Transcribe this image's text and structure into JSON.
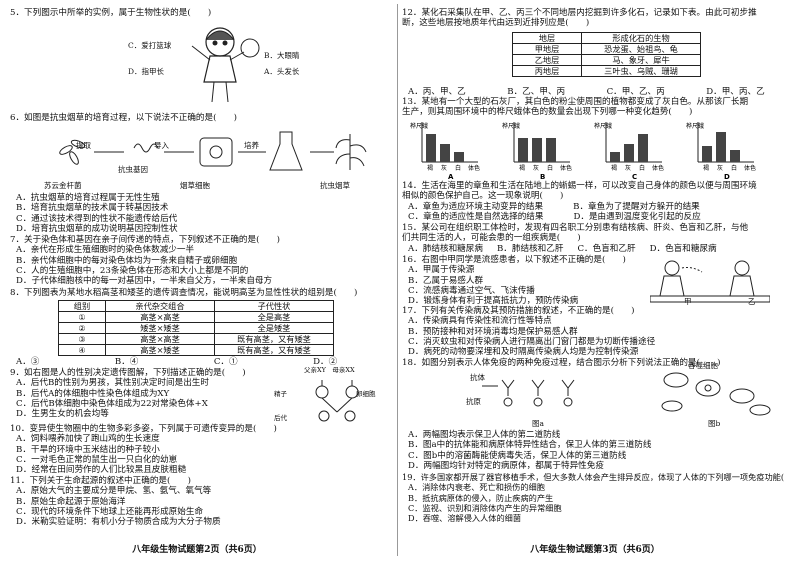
{
  "left": {
    "q5": {
      "stem": "5．下列图示中所举的实例，属于生物性状的是(　　)",
      "labels": [
        "C．爱打篮球",
        "B．大眼睛",
        "D．指甲长",
        "A．头发长"
      ]
    },
    "q6": {
      "stem": "6．如图是抗虫烟草的培育过程，以下说法不正确的是(　　)",
      "diagram": {
        "bacterium": "苏云金杆菌",
        "extract": "提取",
        "gene": "抗虫基因",
        "import": "导入",
        "cell": "烟草细胞",
        "culture": "培养",
        "plant": "抗虫烟草"
      },
      "options": [
        "A．抗虫烟草的培育过程属于无性生殖",
        "B．培育抗虫烟草的技术属于转基因技术",
        "C．通过该技术得到的性状不能遗传给后代",
        "D．培育抗虫烟草的成功说明基因控制性状"
      ]
    },
    "q7": {
      "stem": "7．关于染色体和基因在亲子间传递的特点，下列叙述不正确的是(　　)",
      "options": [
        "A．亲代在形成生殖细胞时的染色体数减少一半",
        "B．亲代体细胞中的每对染色体均为一条来自精子或卵细胞",
        "C．人的生殖细胞中，23条染色体在形态和大小上都是不同的",
        "D．子代体细胞核中的每一对基因中，一半来自父方，一半来自母方"
      ]
    },
    "q8": {
      "stem": "8．下列图表为某地水稻高茎和矮茎的遗传调查情况，能说明高茎为显性性状的组别是(　　)",
      "headers": [
        "组别",
        "亲代杂交组合",
        "子代性状"
      ],
      "rows": [
        [
          "①",
          "高茎×高茎",
          "全是高茎"
        ],
        [
          "②",
          "矮茎×矮茎",
          "全是矮茎"
        ],
        [
          "③",
          "高茎×高茎",
          "既有高茎，又有矮茎"
        ],
        [
          "④",
          "高茎×矮茎",
          "既有高茎，又有矮茎"
        ]
      ],
      "options": [
        "A．③",
        "B．④",
        "C．①",
        "D．②"
      ]
    },
    "q9": {
      "stem": "9．如右图是人的性别决定遗传图解，下列描述正确的是(　　)",
      "options": [
        "A．后代B的性别为男孩，其性别决定时间是出生时",
        "B．后代A的体细胞中性染色体组成为XY",
        "C．后代B体细胞中染色体组成为22对常染色体+X",
        "D．生男生女的机会均等"
      ],
      "diagram": {
        "parents": "父亲XY　母亲XX",
        "sperm": "精子",
        "egg": "卵细胞",
        "offspring": "后代"
      }
    },
    "q10": {
      "stem": "10．变异使生物圈中的生物多彩多姿，下列属于可遗传变异的是(　　)",
      "options": [
        "A．饲料喂养加快了跑山鸡的生长速度",
        "B．干旱的环境中玉米结出的种子较小",
        "C．一对毛色正常的鼠生出一只白化的幼崽",
        "D．经常在田间劳作的人们比较黑且皮肤粗糙"
      ]
    },
    "q11": {
      "stem": "11．下列关于生命起源的叙述中正确的是(　　)",
      "options": [
        "A．原始大气的主要成分是甲烷、氢、氨气、氧气等",
        "B．原始生命起源于原始海洋",
        "C．现代的环境条件下地球上还能再形成原始生命",
        "D．米勒实验证明：有机小分子物质合成为大分子物质"
      ]
    },
    "footer": "八年级生物试题第2页（共6页）"
  },
  "right": {
    "q12": {
      "stem": [
        "12．某化石采集队在甲、乙、丙三个不同地层内挖掘到许多化石，记录如下表。由此可初步推",
        "断，这些地层按地质年代由远到近排列应是(　　)"
      ],
      "headers": [
        "地层",
        "形成化石的生物"
      ],
      "rows": [
        [
          "甲地层",
          "恐龙蛋、始祖鸟、龟"
        ],
        [
          "乙地层",
          "马、象牙、犀牛"
        ],
        [
          "丙地层",
          "三叶虫、乌贼、珊瑚"
        ]
      ],
      "options": [
        "A．丙、甲、乙",
        "B．乙、甲、丙",
        "C．甲、乙、丙",
        "D．甲、丙、乙"
      ]
    },
    "q13": {
      "stem": [
        "13．某地有一个大型的石灰厂，其白色的粉尘使周围的植物都变成了灰白色。从那该厂长期",
        "生产，则其周围环境中的桦尺蛾体色的数量会出现下列哪一种变化趋势(　　)"
      ],
      "ylabel": "桦尺蛾数量",
      "categories": [
        "褐",
        "灰",
        "白",
        "体色"
      ],
      "panel_labels": [
        "A",
        "B",
        "C",
        "D"
      ]
    },
    "q14": {
      "stem": [
        "14．生活在海里的章鱼和生活在陆地上的蜥蜴一样，可以改变自己身体的颜色以便与周围环境",
        "相似的颜色保护自己。这一现象说明(　　)"
      ],
      "options": [
        "A．章鱼为适应环境主动变异的结果",
        "B．章鱼为了提醒对方躲开的结果",
        "C．章鱼的适应性是自然选择的结果",
        "D．是由遇到温度变化引起的反应"
      ]
    },
    "q15": {
      "stem": [
        "15．某公司在组织职工体检时，发现有四名职工分别患有结核病、肝炎、色盲和乙肝，与他",
        "们共同生活的人，可能会患的一组疾病是(　　)"
      ],
      "options": [
        "A．肺结核和糖尿病",
        "B．肺结核和乙肝",
        "C．色盲和乙肝",
        "D．色盲和糖尿病"
      ]
    },
    "q16": {
      "stem": "16．右图中甲同学是流感患者，以下叙述不正确的是(　　)",
      "options": [
        "A．甲属于传染源",
        "B．乙属于易感人群",
        "C．流感病毒通过空气、飞沫传播",
        "D．锻炼身体有利于提高抵抗力，预防传染病"
      ],
      "figure_labels": [
        "甲",
        "乙"
      ]
    },
    "q17": {
      "stem": "17．下列有关传染病及其预防措施的叙述，不正确的是(　　)",
      "options": [
        "A．传染病具有传染性和流行性等特点",
        "B．预防接种和对环境消毒均是保护易感人群",
        "C．消灭蚊虫和对传染病人进行隔离出门窗门都是为切断传播途径",
        "D．病死的动物要深埋和及时隔离传染病人均是为控制传染源"
      ]
    },
    "q18": {
      "stem": "18．如图分别表示人体免疫的两种免疫过程，结合图示分析下列说法正确的是(　　)",
      "fig_a": {
        "antibody": "抗体",
        "antigen": "抗原",
        "caption": "图a"
      },
      "fig_b": {
        "cell": "吞噬细胞",
        "caption": "图b"
      },
      "options": [
        "A．两幅图均表示保卫人体的第二道防线",
        "B．图a中的抗体能和病原体特异性结合，保卫人体的第三道防线",
        "C．图b中的溶菌酶能使病毒失活，保卫人体的第三道防线",
        "D．两幅图均针对特定的病原体，都属于特异性免疫"
      ]
    },
    "q19": {
      "stem": [
        "19．许多国家都开展了器官移植手术，但大多数人体会产生排异反应，体现了人体的下列哪一项免疫功能(　　)"
      ],
      "options": [
        "A．消除体内衰老、死亡和损伤的细胞",
        "B．抵抗病原体的侵入，防止疾病的产生",
        "C．监视、识别和消除体内产生的异常细胞",
        "D．吞噬、溶解侵入人体的细菌"
      ]
    },
    "footer": "八年级生物试题第3页（共6页）"
  }
}
